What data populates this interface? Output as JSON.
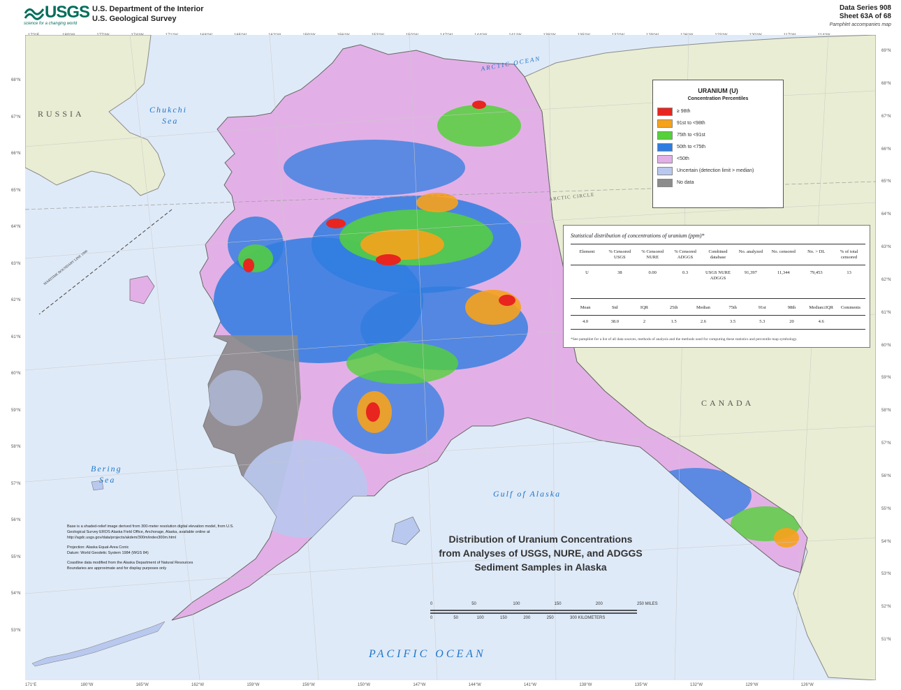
{
  "header": {
    "logo_text": "USGS",
    "logo_tagline": "science for a changing world",
    "agency_line1": "U.S. Department of the Interior",
    "agency_line2": "U.S. Geological Survey",
    "series_line1": "Data Series 908",
    "series_line2": "Sheet 63A of 68",
    "series_line3": "Pamphlet accompanies map"
  },
  "graticule": {
    "top_longitudes": [
      "172°E",
      "180°W",
      "177°W",
      "174°W",
      "171°W",
      "168°W",
      "165°W",
      "162°W",
      "159°W",
      "156°W",
      "153°W",
      "150°W",
      "147°W",
      "144°W",
      "141°W",
      "138°W",
      "135°W",
      "132°W",
      "129°W",
      "126°W",
      "123°W",
      "120°W",
      "117°W",
      "114°W"
    ],
    "bottom_longitudes": [
      "171°E",
      "180°W",
      "165°W",
      "162°W",
      "159°W",
      "156°W",
      "150°W",
      "147°W",
      "144°W",
      "141°W",
      "138°W",
      "135°W",
      "132°W",
      "129°W",
      "126°W"
    ],
    "left_latitudes": [
      "68°N",
      "67°N",
      "66°N",
      "65°N",
      "64°N",
      "63°N",
      "62°N",
      "61°N",
      "60°N",
      "59°N",
      "58°N",
      "57°N",
      "56°N",
      "55°N",
      "54°N",
      "53°N"
    ],
    "right_latitudes": [
      "69°N",
      "68°N",
      "67°N",
      "66°N",
      "65°N",
      "64°N",
      "63°N",
      "62°N",
      "61°N",
      "60°N",
      "59°N",
      "58°N",
      "57°N",
      "56°N",
      "55°N",
      "54°N",
      "53°N",
      "52°N",
      "51°N"
    ]
  },
  "places": {
    "russia": "RUSSIA",
    "chukchi_1": "Chukchi",
    "chukchi_2": "Sea",
    "arctic_ocean": "ARCTIC OCEAN",
    "arctic_circle": "ARCTIC CIRCLE",
    "canada": "CANADA",
    "bering_1": "Bering",
    "bering_2": "Sea",
    "gulf_of_alaska": "Gulf of Alaska",
    "pacific_ocean": "PACIFIC OCEAN",
    "boundary_line": "MARITIME BOUNDARY LINE 1990"
  },
  "legend": {
    "title": "URANIUM (U)",
    "subtitle": "Concentration Percentiles",
    "items": [
      {
        "label": "≥ 98th",
        "color": "#e8251f"
      },
      {
        "label": "91st to <98th",
        "color": "#f7a21b"
      },
      {
        "label": "75th to <91st",
        "color": "#55d13a"
      },
      {
        "label": "50th to <75th",
        "color": "#2f7de0"
      },
      {
        "label": "<50th",
        "color": "#e2b0e6"
      },
      {
        "label": "Uncertain (detection limit > median)",
        "color": "#b9c8ee"
      },
      {
        "label": "No data",
        "color": "#8c8c8c"
      }
    ]
  },
  "stats": {
    "title": "Statistical distribution of concentrations of uranium (ppm)*",
    "header1": [
      "Element",
      "% Censored USGS",
      "% Censored NURE",
      "% Censored ADGGS",
      "Combined database",
      "No. analyzed",
      "No. censored",
      "No. > DL",
      "% of total censored"
    ],
    "row1": [
      "U",
      "38",
      "0.00",
      "0.3",
      "USGS NURE ADGGS",
      "91,397",
      "11,344",
      "79,453",
      "13"
    ],
    "header2": [
      "Mean",
      "Std",
      "IQR",
      "25th",
      "Median",
      "75th",
      "91st",
      "98th",
      "Median±IQR",
      "Comments"
    ],
    "row2": [
      "4.0",
      "38.0",
      "2",
      "1.5",
      "2.6",
      "3.5",
      "5.3",
      "20",
      "4.6",
      ""
    ],
    "note": "*See pamphlet for a list of all data sources, methods of analysis and the methods used for computing these statistics and percentile map symbology."
  },
  "credits": {
    "p1": "Base is a shaded-relief image derived from 300-meter resolution digital elevation model, from U.S. Geological Survey EROS Alaska Field Office, Anchorage, Alaska, available online at http://agdc.usgs.gov/data/projects/akdem/300m/index300m.html",
    "p2": "Projection: Alaska Equal-Area Conic",
    "p3": "Datum: World Geodetic System 1984 (WGS 84)",
    "p4": "Coastline data modified from the Alaska Department of Natural Resources",
    "p5": "Boundaries are approximate and for display purposes only"
  },
  "map_title": {
    "line1": "Distribution of Uranium Concentrations",
    "line2": "from Analyses of USGS, NURE, and ADGGS",
    "line3": "Sediment Samples in Alaska"
  },
  "scale": {
    "miles_ticks": [
      "0",
      "50",
      "100",
      "150",
      "200",
      "250 MILES"
    ],
    "km_ticks": [
      "0",
      "50",
      "100",
      "150",
      "200",
      "250",
      "300 KILOMETERS"
    ]
  }
}
